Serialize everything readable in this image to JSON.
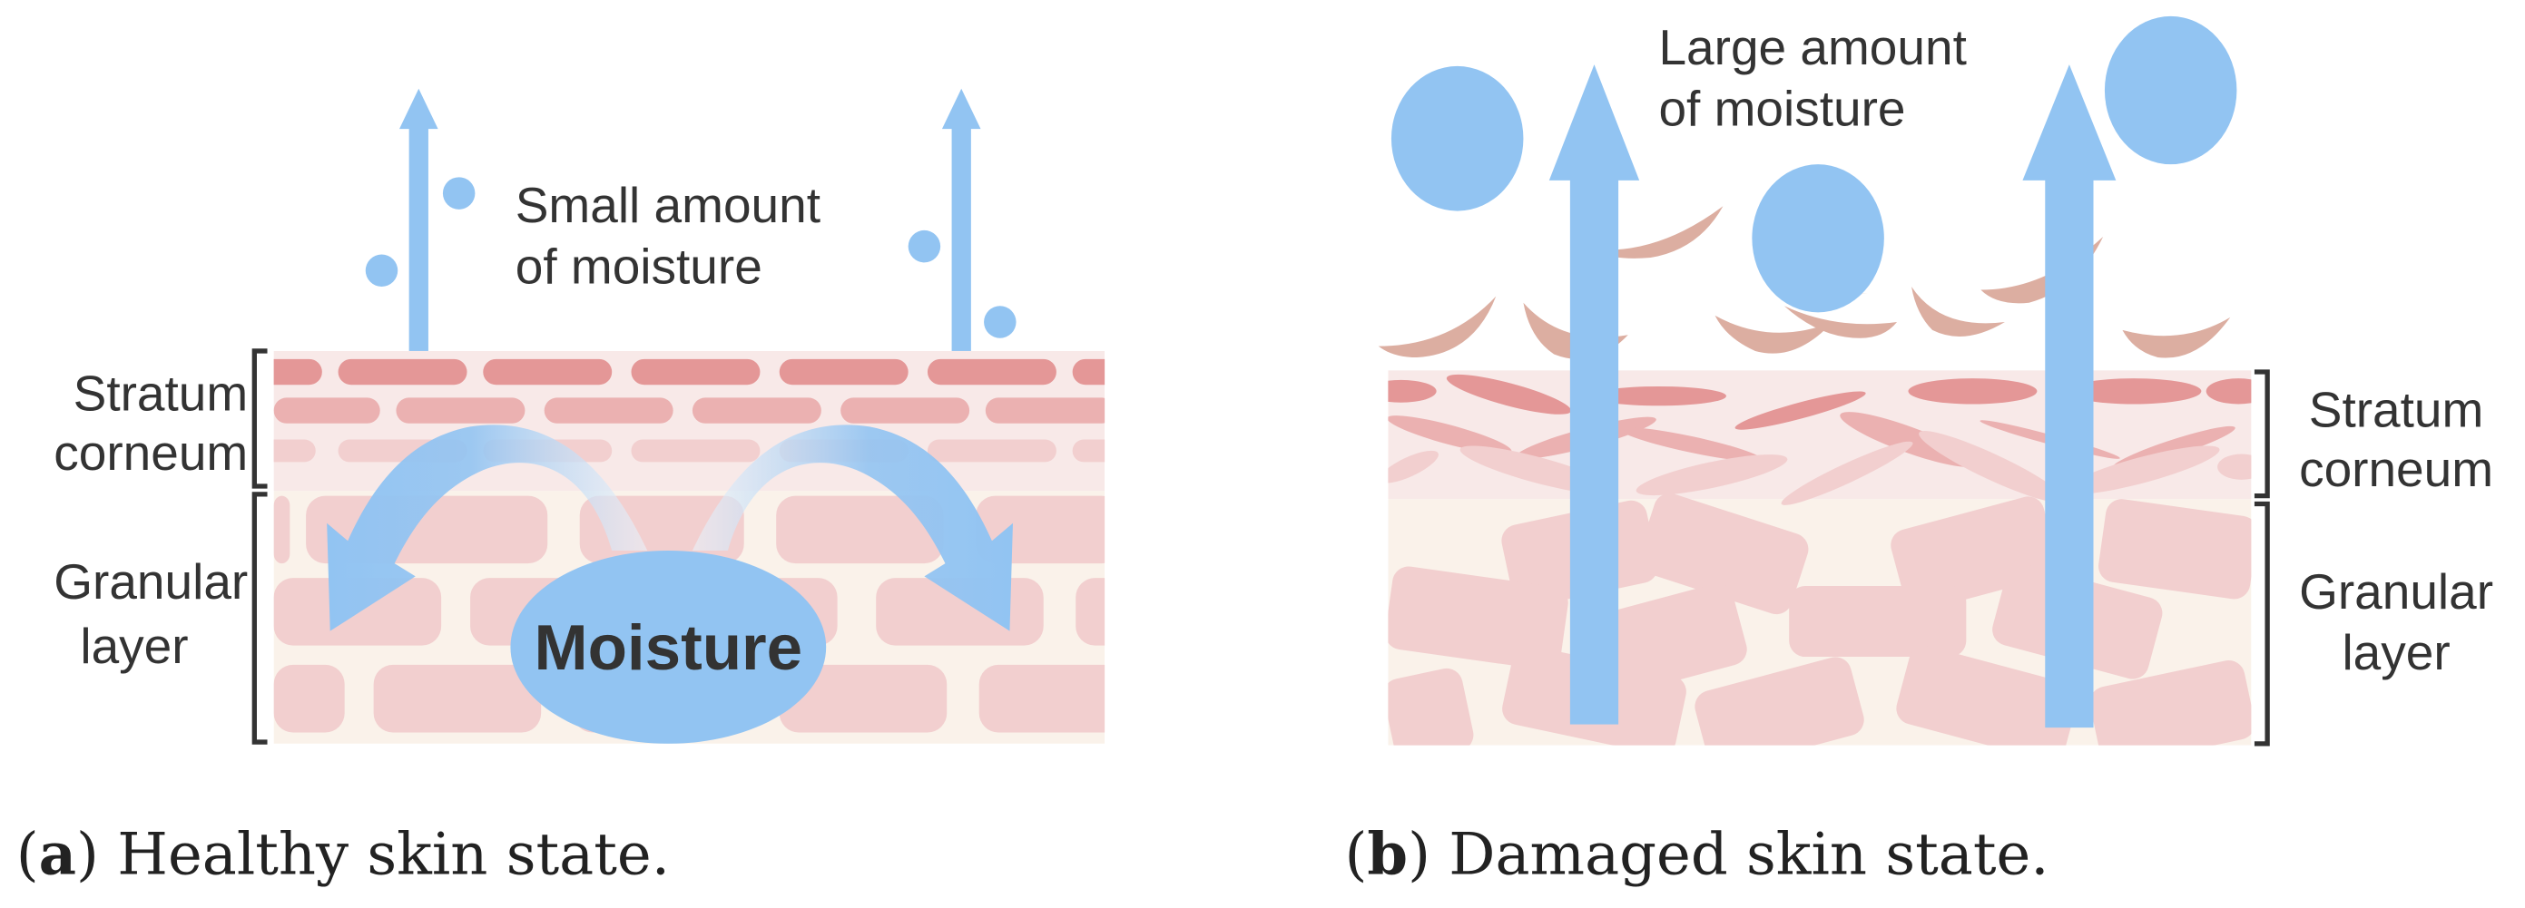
{
  "panel_a": {
    "annotation_line1": "Small amount",
    "annotation_line2": "of moisture",
    "stratum_line1": "Stratum",
    "stratum_line2": "corneum",
    "granular_line1": "Granular",
    "granular_line2": "layer",
    "center_label": "Moisture",
    "caption_letter": "a",
    "caption_text": " Healthy skin state."
  },
  "panel_b": {
    "annotation_line1": "Large amount",
    "annotation_line2": "of moisture",
    "stratum_line1": "Stratum",
    "stratum_line2": "corneum",
    "granular_line1": "Granular",
    "granular_line2": "layer",
    "caption_letter": "b",
    "caption_text": " Damaged skin state."
  },
  "colors": {
    "moisture_blue": "#92c4f2",
    "stratum_bg": "#f8e9e8",
    "granular_bg": "#faf2ea",
    "cell_dark": "#e49797",
    "cell_mid": "#ebb1b1",
    "cell_light": "#f2cfcf",
    "flake": "#dcaea1",
    "text": "#333333"
  }
}
